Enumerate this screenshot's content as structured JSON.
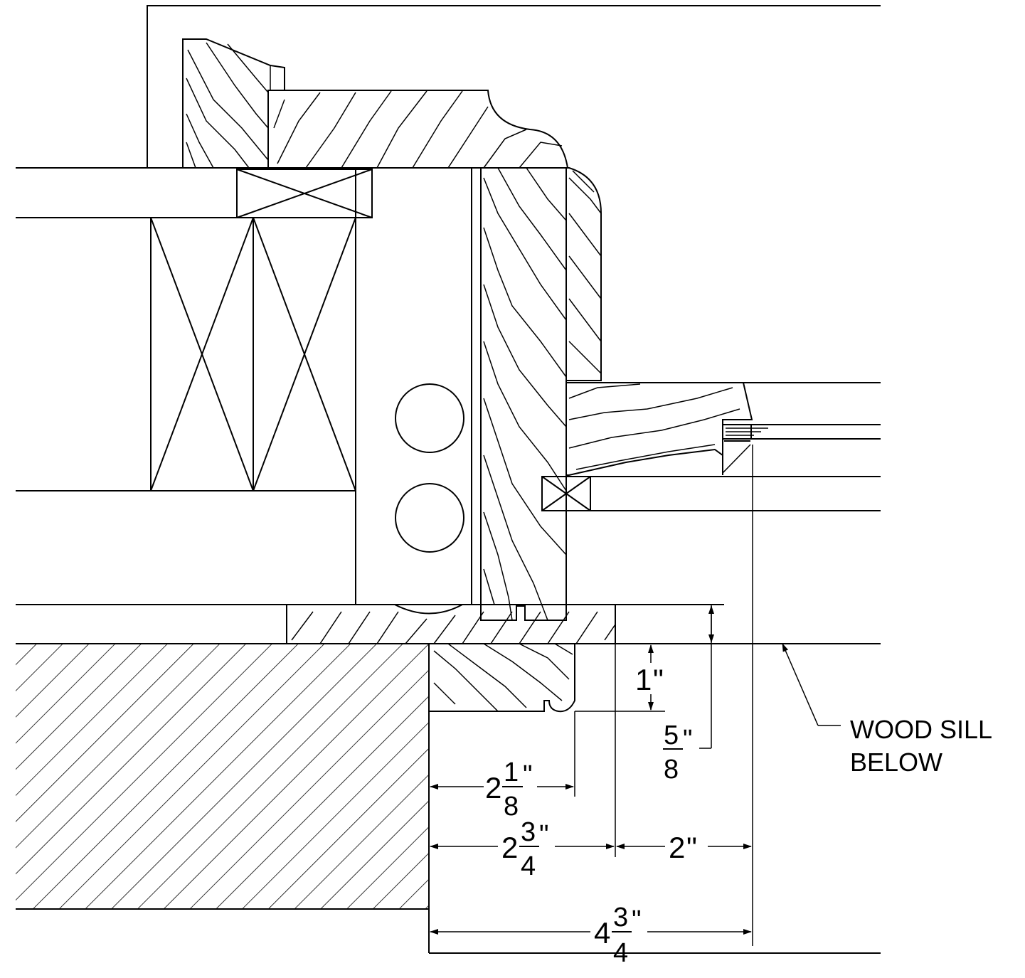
{
  "labels": {
    "note_line1": "WOOD SILL",
    "note_line2": "BELOW"
  },
  "dimensions": {
    "d_1": {
      "whole": "1",
      "unit": "\""
    },
    "d_5_8": {
      "num": "5",
      "den": "8",
      "unit": "\""
    },
    "d_2_1_8": {
      "whole": "2",
      "num": "1",
      "den": "8",
      "unit": "\""
    },
    "d_2_3_4": {
      "whole": "2",
      "num": "3",
      "den": "4",
      "unit": "\""
    },
    "d_2": {
      "whole": "2",
      "unit": "\""
    },
    "d_4_3_4": {
      "whole": "4",
      "num": "3",
      "den": "4",
      "unit": "\""
    }
  },
  "colors": {
    "line": "#000000",
    "background": "#ffffff"
  }
}
